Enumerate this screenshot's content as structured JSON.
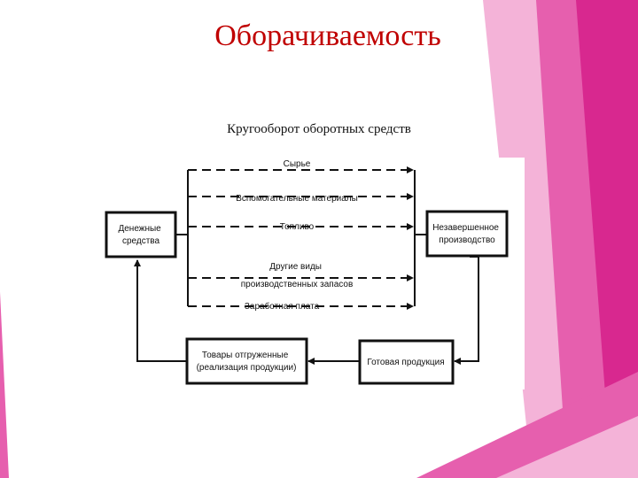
{
  "slide": {
    "title": "Оборачиваемость",
    "subtitle": "Кругооборот оборотных средств"
  },
  "diagram": {
    "nodes": {
      "cash": [
        "Денежные",
        "средства"
      ],
      "wip": [
        "Незавершенное",
        "производство"
      ],
      "goods_shipped": [
        "Товары отгруженные",
        "(реализация продукции)"
      ],
      "finished": [
        "Готовая продукция"
      ]
    },
    "flows": {
      "raw": [
        "Сырье"
      ],
      "aux": [
        "Вспомогательные материалы"
      ],
      "fuel": [
        "Топливо"
      ],
      "other": [
        "Другие виды",
        "производственных запасов"
      ],
      "wages": [
        "Заработная плата"
      ]
    }
  },
  "colors": {
    "title": "#c00000",
    "deco_dark": "#d8288f",
    "deco_mid": "#e65fae",
    "deco_light": "#f4b3d8"
  }
}
